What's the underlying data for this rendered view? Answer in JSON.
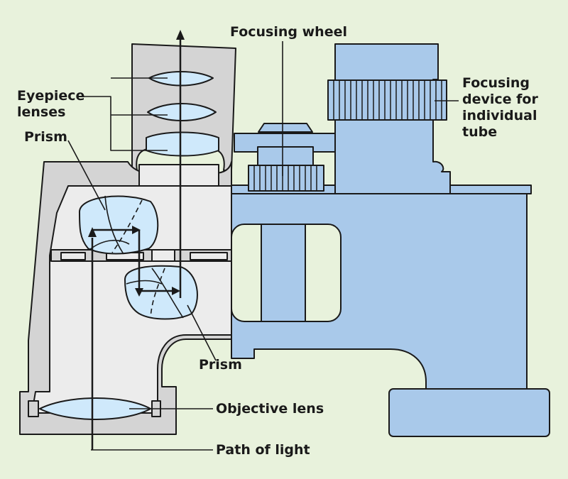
{
  "labels": {
    "eyepiece_line1": "Eyepiece",
    "eyepiece_line2": "lenses",
    "prism_top": "Prism",
    "focusing_wheel": "Focusing wheel",
    "focusing_device_line1": "Focusing",
    "focusing_device_line2": "device for",
    "focusing_device_line3": "individual",
    "focusing_device_line4": "tube",
    "prism_bottom": "Prism",
    "objective_lens": "Objective lens",
    "path_of_light": "Path of light"
  },
  "colors": {
    "background": "#e8f2dc",
    "section_fill": "#d4d4d4",
    "body_blue": "#a9c9ea",
    "glass": "#cfe9fb",
    "outline": "#1a1a1a"
  }
}
